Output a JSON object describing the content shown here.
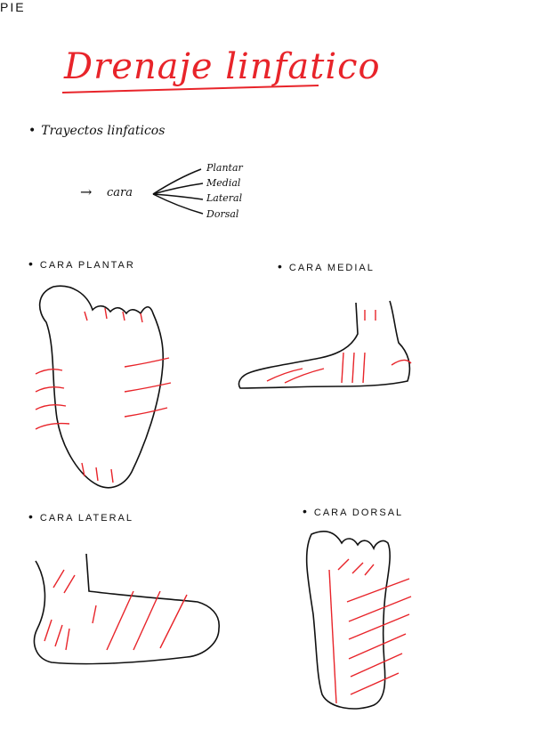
{
  "title": "Drenaje linfatico",
  "bullet1": "Trayectos linfaticos",
  "pie": "PIE",
  "cara": "cara",
  "branches": [
    "Plantar",
    "Medial",
    "Lateral",
    "Dorsal"
  ],
  "sections": {
    "plantar": "CARA PLANTAR",
    "medial": "CARA MEDIAL",
    "lateral": "CARA LATERAL",
    "dorsal": "CARA DORSAL"
  },
  "colors": {
    "ink": "#111111",
    "accent": "#e8242a"
  }
}
